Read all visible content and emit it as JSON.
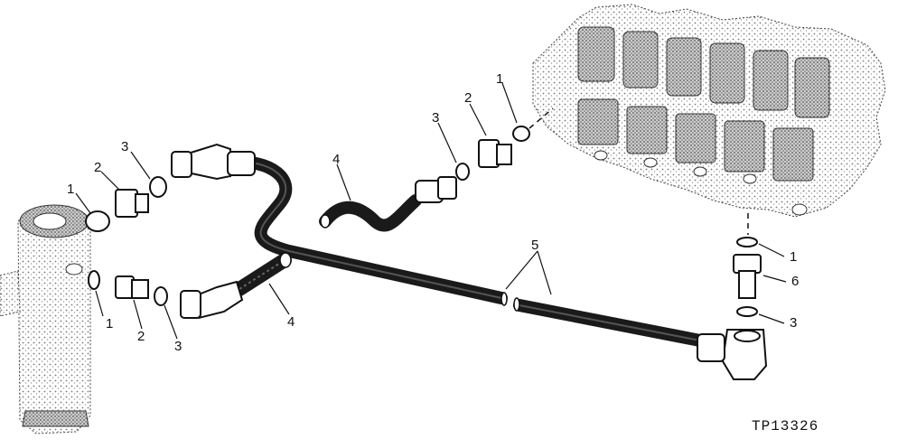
{
  "callouts": {
    "c1_left_top": "1",
    "c2_left_top": "2",
    "c3_left_top": "3",
    "c1_left_bottom": "1",
    "c2_left_bottom": "2",
    "c3_left_bottom": "3",
    "c4_lower_hose": "4",
    "c4_upper_hose": "4",
    "c3_valve": "3",
    "c2_valve": "2",
    "c1_valve": "1",
    "c5_tube": "5",
    "c1_right": "1",
    "c6_right": "6",
    "c3_right": "3"
  },
  "figure_id": "TP13326",
  "colors": {
    "ink": "#111111",
    "stipple": "#9a9a9a",
    "hose": "#1a1a1a"
  }
}
